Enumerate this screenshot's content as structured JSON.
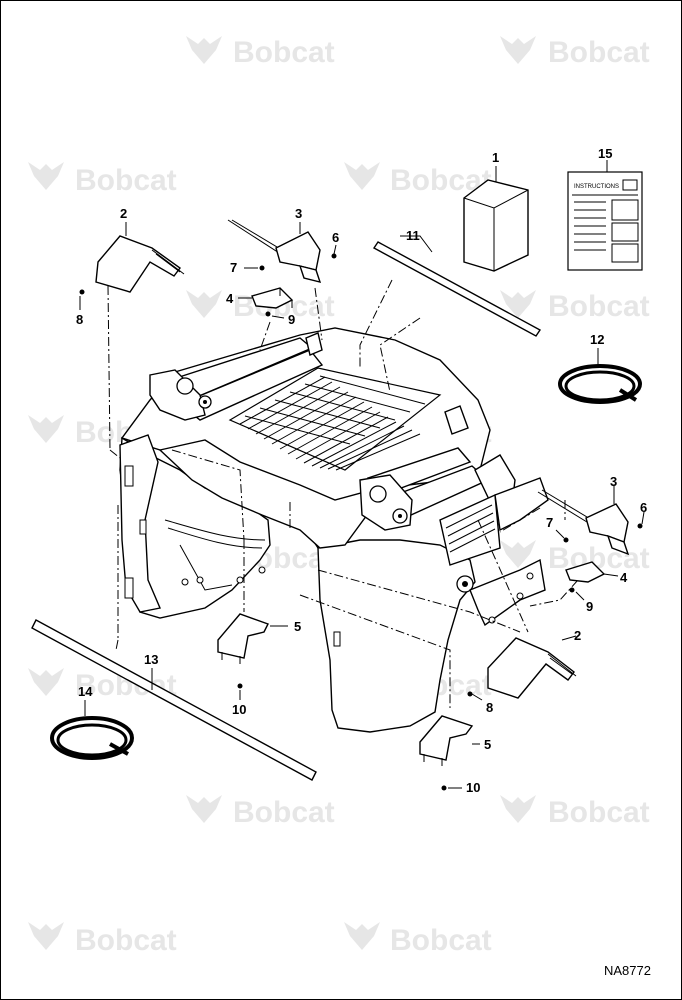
{
  "watermark_text": "Bobcat",
  "drawing_number": "NA8772",
  "instructions_label": "INSTRUCTIONS",
  "callouts": [
    "1",
    "2",
    "3",
    "4",
    "5",
    "6",
    "7",
    "8",
    "9",
    "10",
    "11",
    "12",
    "13",
    "14",
    "15"
  ],
  "colors": {
    "outline": "#000000",
    "watermark": "#e6e6e6",
    "background": "#ffffff"
  }
}
